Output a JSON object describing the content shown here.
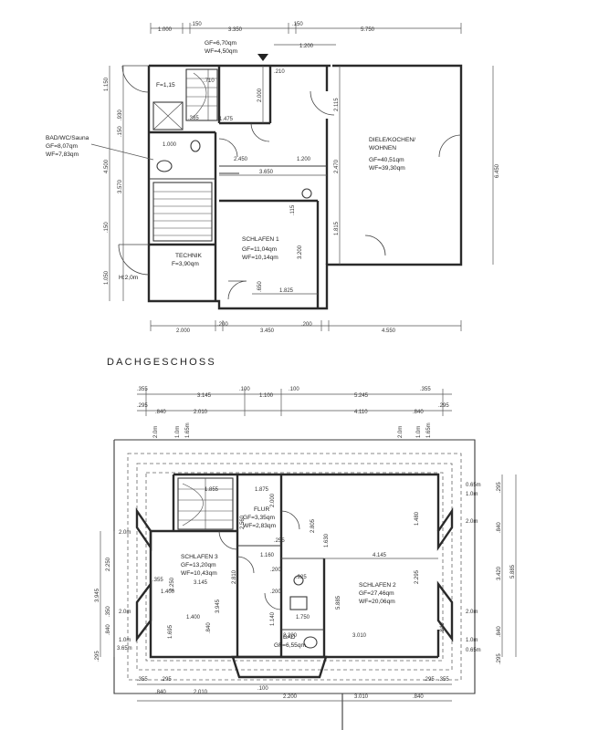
{
  "ground_floor": {
    "dims_top": [
      "1.000",
      ".150",
      "3.350",
      ".150",
      "5.750"
    ],
    "dims_top2": [
      "1.200"
    ],
    "dims_bottom": [
      "2.000",
      ".200",
      "3.450",
      ".200",
      "4.550"
    ],
    "dims_left": [
      "1.150",
      ".930",
      ".150",
      "3.570",
      "4.500",
      ".150",
      "1.050"
    ],
    "dims_right": [
      "6.450"
    ],
    "dims_inner": [
      "2.000",
      ".210",
      ".710",
      "1.475",
      "2.450",
      "1.200",
      "3.650",
      "2.115",
      "2.470",
      "1.815",
      "1.000",
      "3.200",
      ".115",
      "1.825",
      ".650",
      ".365"
    ],
    "rooms": {
      "stair": {
        "gf": "GF=6,70qm",
        "wf": "WF=4,50qm"
      },
      "f1": {
        "label": "F=1,15"
      },
      "bad": {
        "name": "BAD/WC/Sauna",
        "gf": "GF=8,07qm",
        "wf": "WF=7,83qm"
      },
      "diele": {
        "name1": "DIELE/KOCHEN/",
        "name2": "WOHNEN",
        "gf": "GF=40,51qm",
        "wf": "WF=39,30qm"
      },
      "schlafen1": {
        "name": "SCHLAFEN 1",
        "gf": "GF=11,04qm",
        "wf": "WF=10,14qm"
      },
      "technik": {
        "name": "TECHNIK",
        "f": "F=3,90qm"
      },
      "h": {
        "label": "H:2,0m"
      }
    }
  },
  "section_title": "DACHGESCHOSS",
  "attic": {
    "dims_top": [
      ".355",
      "3.145",
      ".100",
      "1.100",
      ".100",
      "5.245",
      ".355"
    ],
    "dims_top2": [
      ".295",
      ".840",
      "2.010",
      "4.110",
      ".840",
      ".295"
    ],
    "dims_bottom": [
      ".355",
      ".295",
      ".840",
      "2.010",
      ".100",
      "2.200",
      "3.010",
      ".840",
      ".295",
      ".355"
    ],
    "dims_left": [
      "3.945",
      "2.250",
      ".350",
      ".840",
      ".295",
      "2.0m",
      "2.0m",
      "1.0m",
      "3.65m"
    ],
    "dims_right": [
      ".295",
      ".840",
      "3.420",
      "5.885",
      ".840",
      ".295",
      "0.65m",
      "1.0m",
      "2.0m",
      "2.0m",
      "1.0m",
      "0.65m"
    ],
    "height_marks": [
      "2.0m",
      "1.0m",
      "1.65m",
      "2.0m",
      "1.0m",
      "1.65m"
    ],
    "dims_inner": [
      "1.855",
      "1.875",
      "2.000",
      "1.480",
      "1.630",
      "2.805",
      "2.295",
      "4.145",
      "5.885",
      "1.160",
      "2.560",
      "1.400",
      "2.250",
      "3.145",
      "3.945",
      "1.695",
      "1.400",
      ".840",
      "2.810",
      ".925",
      "1.140",
      "2.200",
      "3.010",
      "1.750",
      ".200",
      ".200",
      ".355",
      ".255",
      ".840"
    ],
    "rooms": {
      "flur": {
        "name": "FLUR",
        "gf": "GF=3,35qm",
        "wf": "WF=2,83qm"
      },
      "schlafen3": {
        "name": "SCHLAFEN 3",
        "gf": "GF=13,20qm",
        "wf": "WF=10,43qm"
      },
      "schlafen2": {
        "name": "SCHLAFEN 2",
        "gf": "GF=27,46qm",
        "wf": "WF=20,06qm"
      },
      "bad": {
        "name": "BAD",
        "gf": "GF=6,55qm"
      }
    }
  }
}
